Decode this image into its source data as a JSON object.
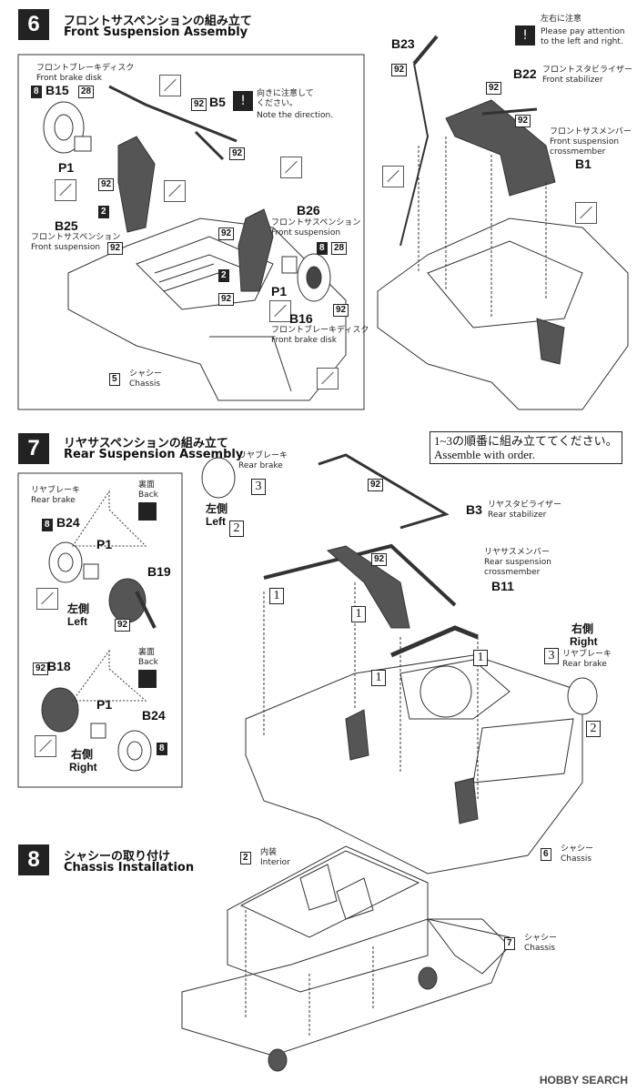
{
  "step6": {
    "number": "6",
    "title_jp": "フロントサスペンションの組み立て",
    "title_en": "Front Suspension Assembly",
    "brake_disk_jp": "フロントブレーキディスク",
    "brake_disk_en": "Front brake disk",
    "b15": "B15",
    "tag8": "8",
    "tag28": "28",
    "p1": "P1",
    "tag92": "92",
    "tag2": "2",
    "b25": "B25",
    "front_susp_jp": "フロントサスペンション",
    "front_susp_en": "Front suspension",
    "b5": "B5",
    "direction_jp": "向きに注意して\nください。",
    "direction_en": "Note the direction.",
    "b26": "B26",
    "b26_jp": "フロントサスペンション",
    "b26_en": "Front suspension",
    "b16": "B16",
    "b16_jp": "フロントブレーキディスク",
    "b16_en": "Front brake disk",
    "chassis_num": "5",
    "chassis_jp": "シャシー",
    "chassis_en": "Chassis",
    "b23": "B23",
    "lr_jp": "左右に注意",
    "lr_en1": "Please pay attention",
    "lr_en2": "to the left and right.",
    "b22": "B22",
    "stab_jp": "フロントスタビライザー",
    "stab_en": "Front stabilizer",
    "cross_jp": "フロントサスメンバー",
    "cross_en1": "Front suspension",
    "cross_en2": "crossmember",
    "b1": "B1"
  },
  "step7": {
    "number": "7",
    "title_jp": "リヤサスペンションの組み立て",
    "title_en": "Rear Suspension Assembly",
    "seq_jp": "1~3の順番に組み立ててください。",
    "seq_en": "Assemble with order.",
    "rear_brake_jp": "リヤブレーキ",
    "rear_brake_en": "Rear brake",
    "back_jp": "裏面",
    "back_en": "Back",
    "b24": "B24",
    "tag8": "8",
    "p1": "P1",
    "b19": "B19",
    "left_jp": "左側",
    "left_en": "Left",
    "tag92": "92",
    "b18": "B18",
    "right_jp": "右側",
    "right_en": "Right",
    "b3": "B3",
    "stab_jp": "リヤスタビライザー",
    "stab_en": "Rear stabilizer",
    "cross_jp": "リヤサスメンバー",
    "cross_en1": "Rear suspension",
    "cross_en2": "crossmember",
    "b11": "B11",
    "seq1": "1",
    "seq2": "2",
    "seq3": "3",
    "chassis_num": "6",
    "chassis_jp": "シャシー",
    "chassis_en": "Chassis"
  },
  "step8": {
    "number": "8",
    "title_jp": "シャシーの取り付け",
    "title_en": "Chassis Installation",
    "interior_num": "2",
    "interior_jp": "内装",
    "interior_en": "Interior",
    "chassis_num": "7",
    "chassis_jp": "シャシー",
    "chassis_en": "Chassis"
  },
  "watermark": "HOBBY SEARCH"
}
